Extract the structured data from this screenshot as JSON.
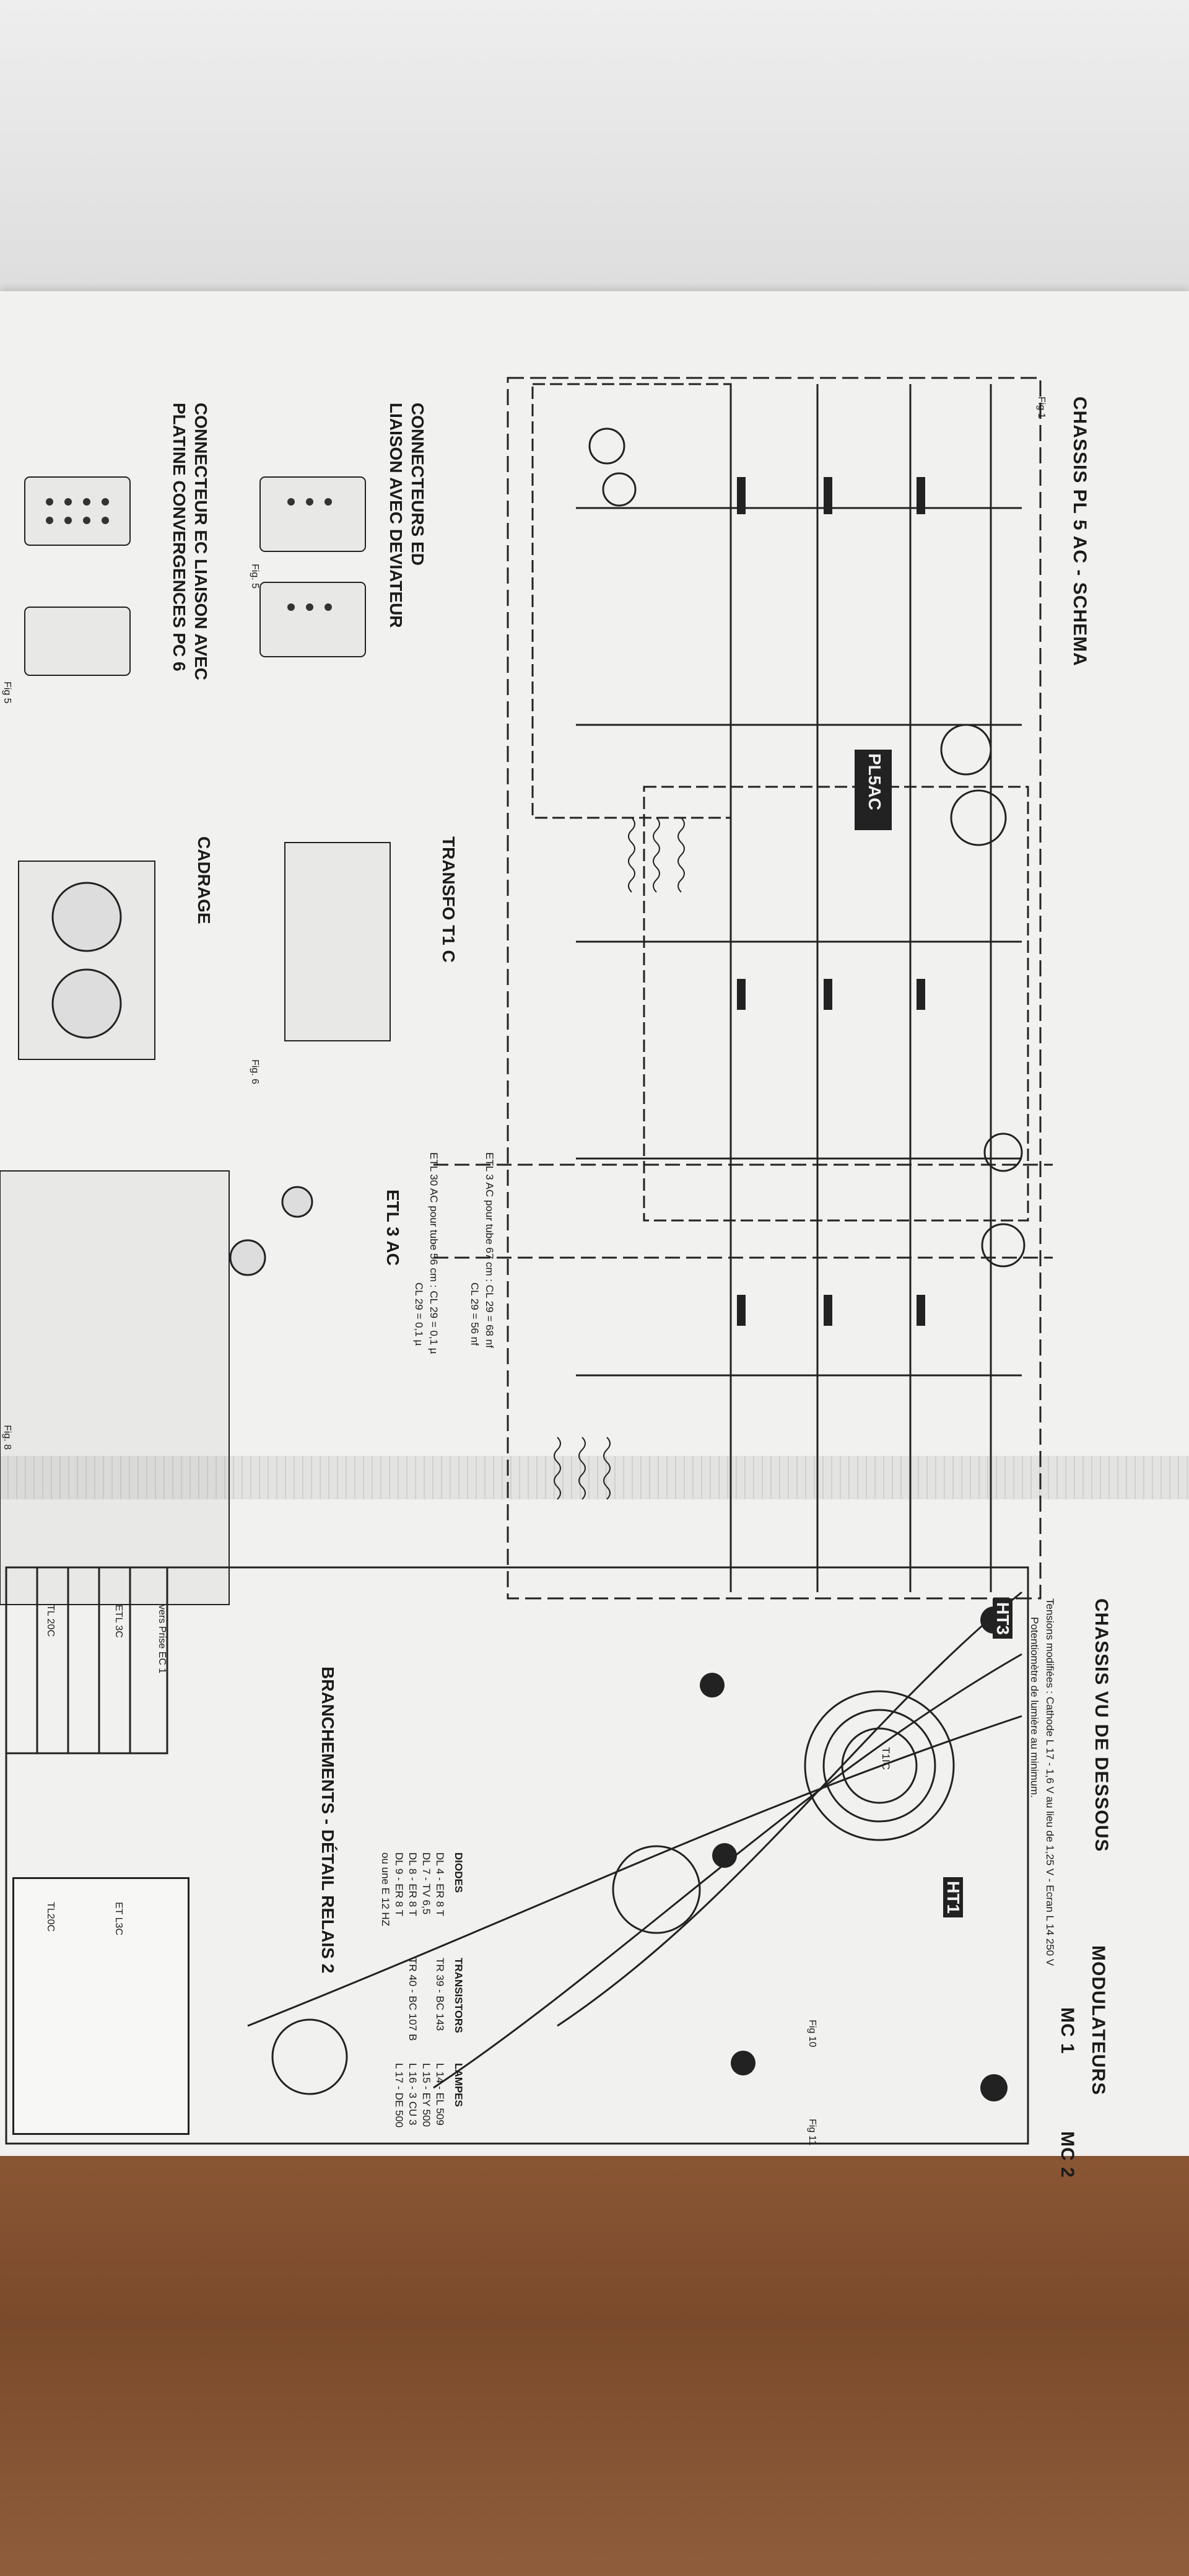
{
  "left_page": {
    "title": "CHASSIS PL 5 AC  -  SCHEMA",
    "fig1": "Fig 1",
    "connecteurs_ed": "CONNECTEURS ED",
    "liaison_deviateur": "LIAISON AVEC DEVIATEUR",
    "connecteur_ec": "CONNECTEUR EC LIAISON AVEC",
    "platine_convergences": "PLATINE CONVERGENCES PC 6",
    "fig5": "Fig 5",
    "fig5b": "Fig. 5",
    "transfo": "TRANSFO T1 C",
    "cadrage": "CADRAGE",
    "fig6": "Fig. 6",
    "etl3ac": "ETL 3 AC",
    "etl_line1": "ETL 3 AC pour tube 67 cm : CL 29 = 68 nf",
    "etl_line2": "CL 29 = 56 nf",
    "etl_line3": "ETL 30 AC pour tube 56 cm : CL 29 = 0,1 µ",
    "etl_line4": "CL 29 = 0,1 µ",
    "fig8": "Fig. 8",
    "pl5ac_label": "PL5AC"
  },
  "right_page": {
    "title": "CHASSIS VU DE DESSOUS",
    "tensions": "Tensions modifiées : Cathode L 17 - 1,6 V au lieu de 1,25 V  -  Ecran L 14 250 V",
    "potentiometre": "Potentiomètre de lumière au minimum.",
    "modulateurs": "MODULATEURS",
    "mc1": "MC 1",
    "mc2": "MC 2",
    "fig10": "Fig 10",
    "fig11": "Fig 11",
    "branchements": "BRANCHEMENTS  -  DÉTAIL RELAIS 2",
    "ht3": "HT3",
    "ht1": "HT1",
    "tlc": "T1IC",
    "table": {
      "headers": [
        "DIODES",
        "TRANSISTORS",
        "LAMPES"
      ],
      "rows": [
        [
          "DL 4 - ER 8 T",
          "TR 39 - BC 143",
          "L 14 - EL 509"
        ],
        [
          "DL 7 - TV 6,5",
          "L 15 - EY 500",
          ""
        ],
        [
          "DL 8 - ER 8 T",
          "TR 40 - BC 107 B",
          "L 16 - 3 CU 3"
        ],
        [
          "DL 9 - ER 8 T",
          "",
          "L 17 - DE 500"
        ],
        [
          "ou une E 12 HZ",
          "",
          ""
        ]
      ]
    },
    "relay_labels": [
      "vers Prise EC 1",
      "ETL 3C",
      "TL 20C",
      "ET L3C",
      "TL20C"
    ]
  },
  "colors": {
    "paper": "#f1f1ef",
    "ink": "#1b1b1b",
    "table_wood": "#8a5634",
    "wall": "#e8e8e8"
  }
}
